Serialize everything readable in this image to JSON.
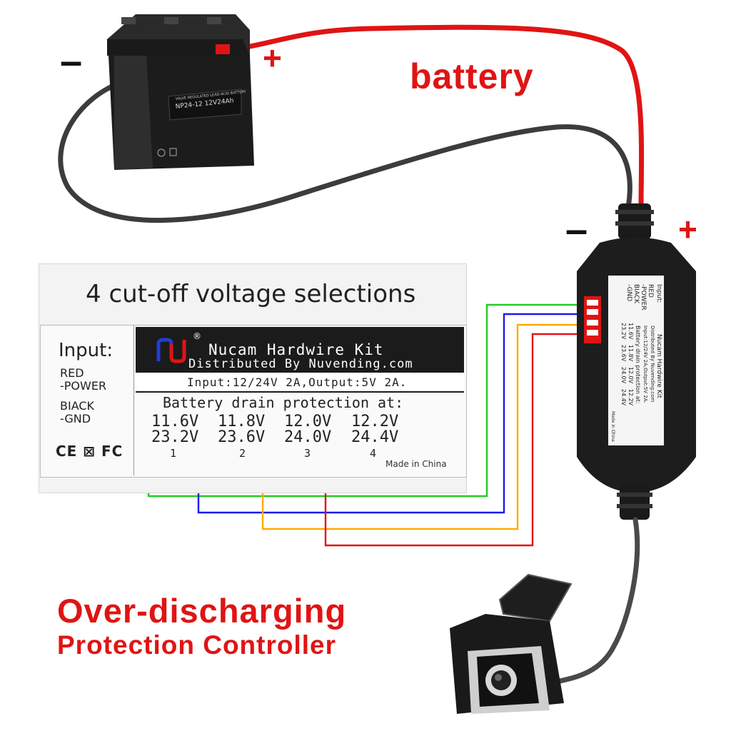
{
  "battery": {
    "model": "NP24-12 12V24Ah",
    "header": "VALVE REGULATED LEAD-ACID BATTERY",
    "title": "battery"
  },
  "polarity": {
    "minus": "–",
    "plus": "+"
  },
  "label_card": {
    "title": "4 cut-off voltage selections",
    "input_title": "Input:",
    "input_red": "RED\n-POWER",
    "input_black": "BIACK\n-GND",
    "certifications": "CE ⊠ FC",
    "brand_name": "Nucam Hardwire Kit",
    "brand_dist": "Distributed By Nuvending.com",
    "spec": "Input:12/24V 2A,Output:5V 2A.",
    "drain_title": "Battery drain protection at:",
    "made_in": "Made in China",
    "selections": [
      {
        "v12": "11.6V",
        "v24": "23.2V",
        "num": "1",
        "color": "#22cc22"
      },
      {
        "v12": "11.8V",
        "v24": "23.6V",
        "num": "2",
        "color": "#1a1aee"
      },
      {
        "v12": "12.0V",
        "v24": "24.0V",
        "num": "3",
        "color": "#ffaa00"
      },
      {
        "v12": "12.2V",
        "v24": "24.4V",
        "num": "4",
        "color": "#e01414"
      }
    ]
  },
  "controller": {
    "input": "Input:",
    "red": "RED\n-POWER",
    "black": "BIACK\n-GND",
    "brand": "Nucam Hardwire Kit",
    "dist": "Distributed By Nuvending.com",
    "spec": "Input:12/24V 2A,Output:5V 2A.",
    "drain": "Battery drain protection at:",
    "row12": "11.6V   11.8V   12.0V   12.2V",
    "row24": "23.2V   23.6V   24.0V   24.4V",
    "made": "Made in China"
  },
  "caption": {
    "line1": "Over-discharging",
    "line2": "Protection Controller"
  },
  "colors": {
    "accent_red": "#e01414",
    "wire_black": "#3a3a3a",
    "wire_red": "#e01414"
  }
}
